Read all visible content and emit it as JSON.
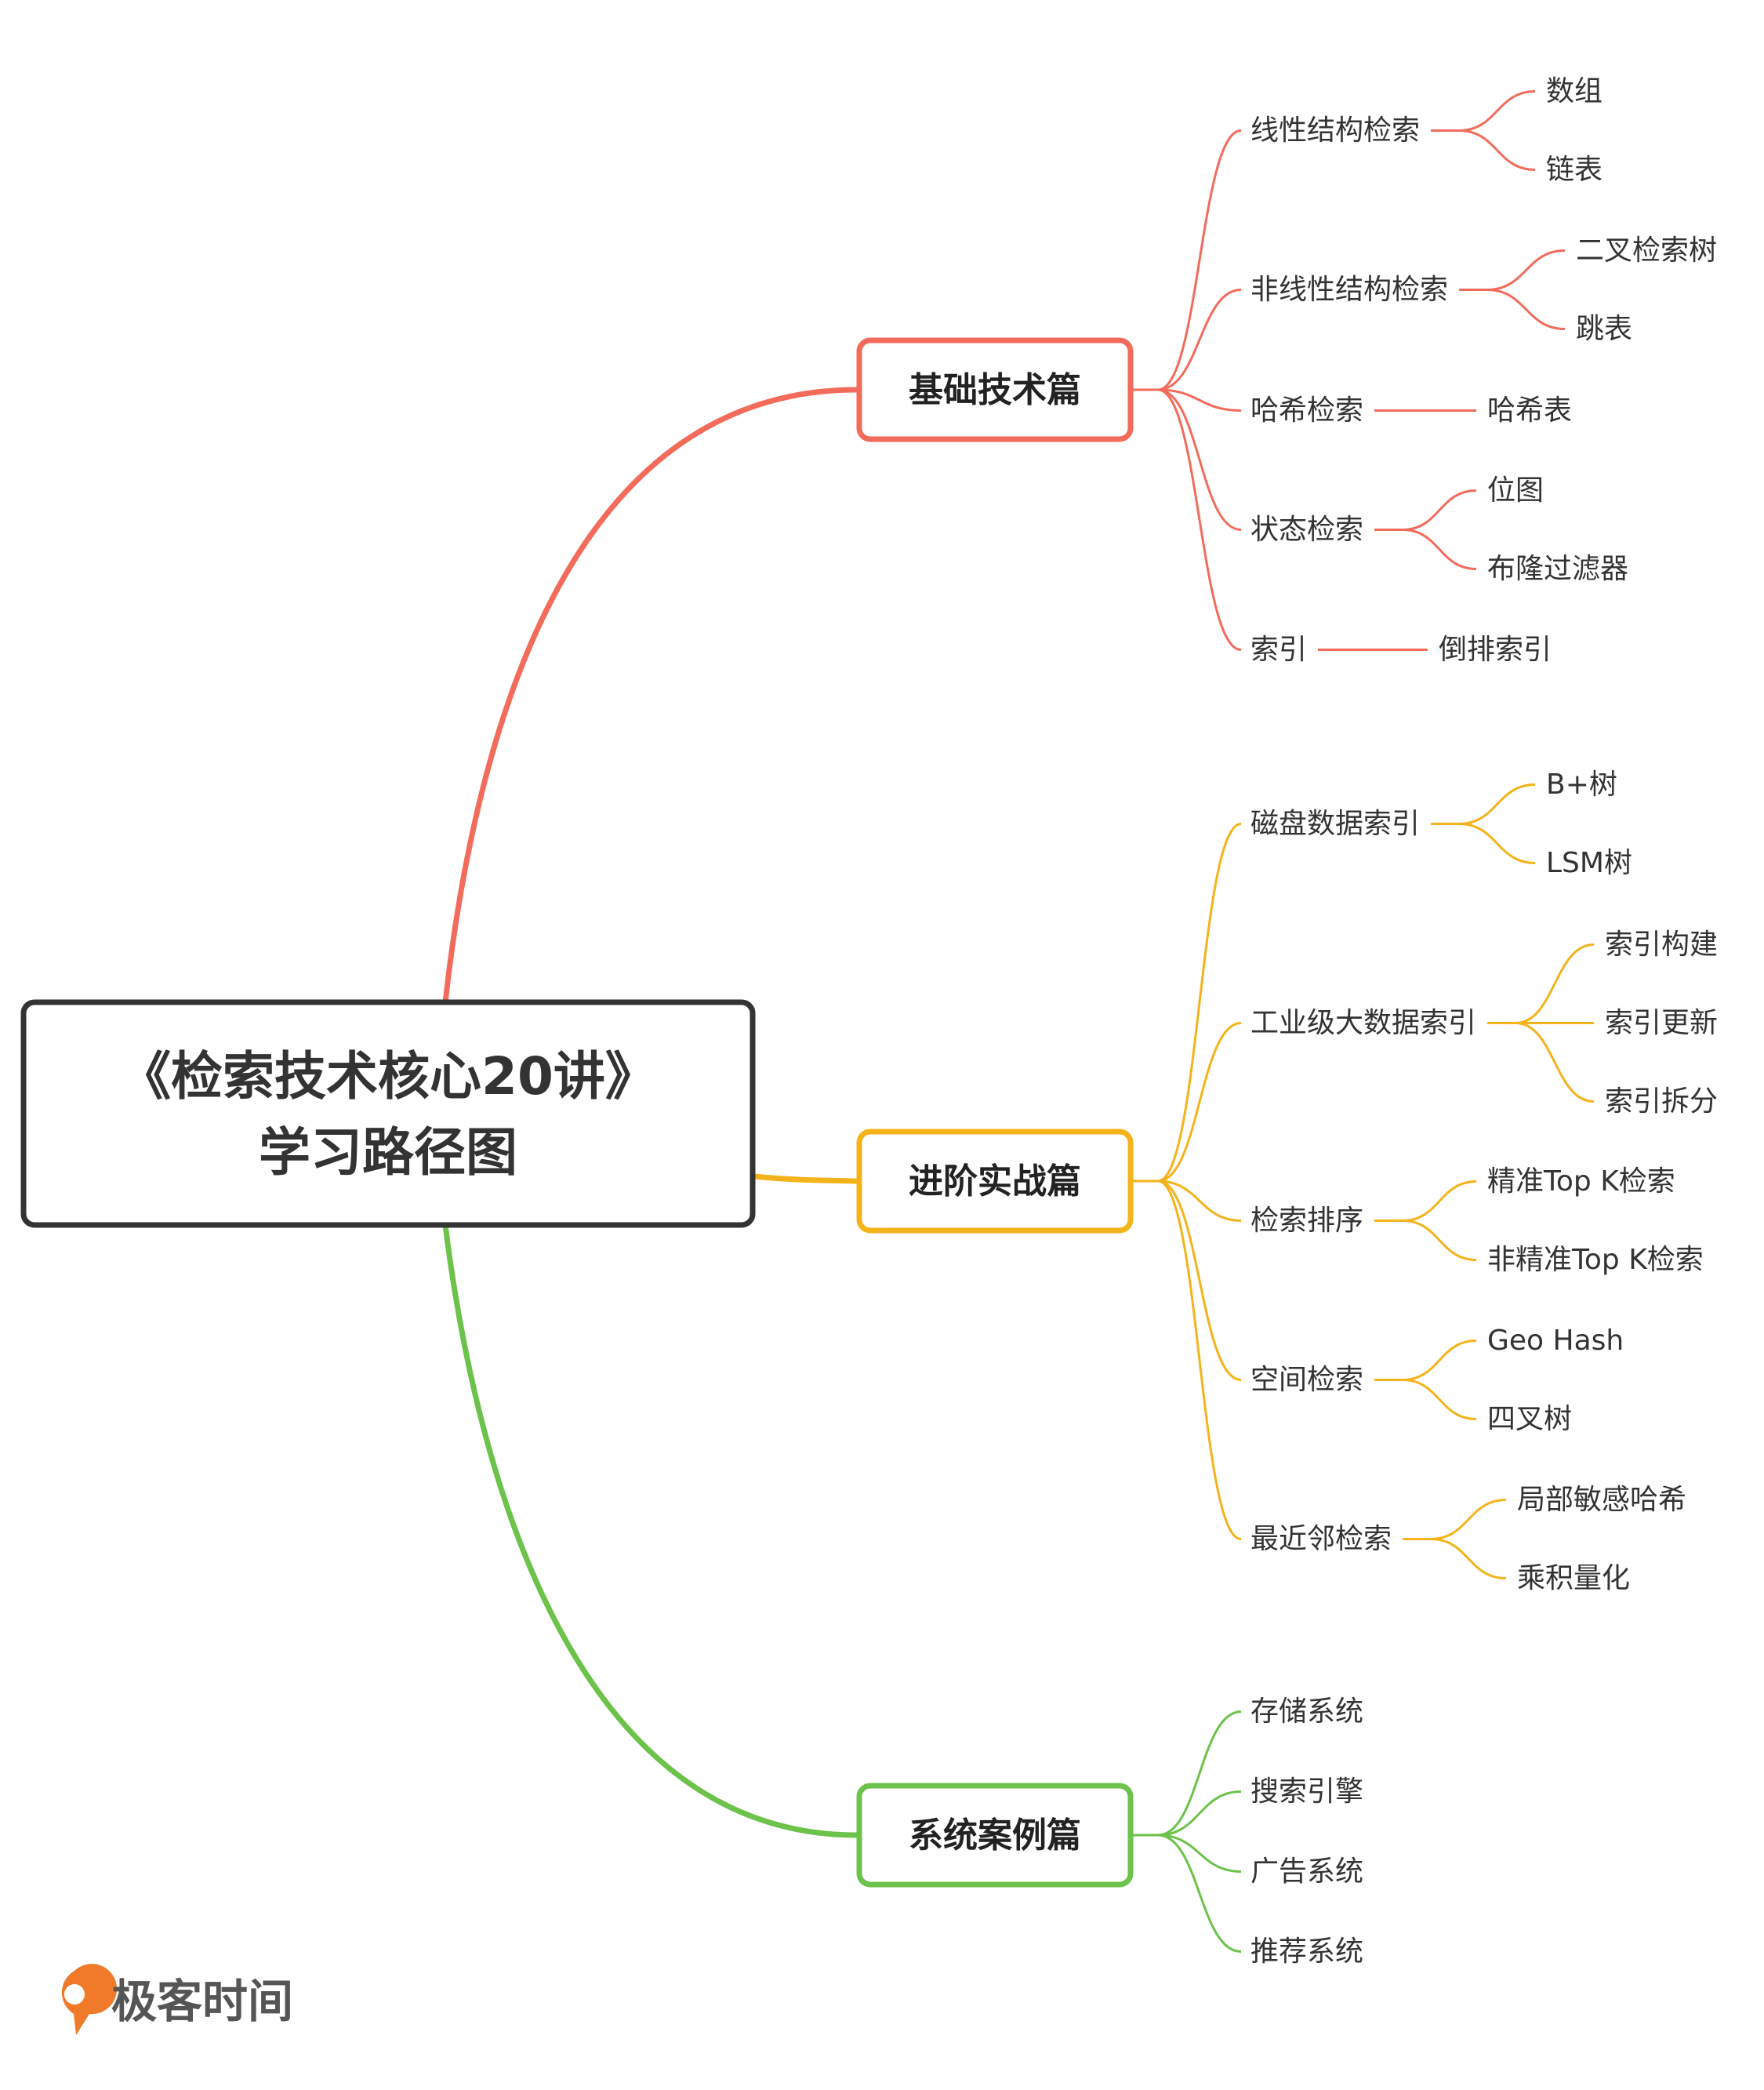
{
  "root": {
    "line1": "《检索技术核心20讲》",
    "line2": "学习路径图"
  },
  "colors": {
    "basic": "#F26B5B",
    "advanced": "#F5B31B",
    "system": "#6CC24A",
    "root_border": "#333333",
    "logo": "#F07A2A"
  },
  "sections": [
    {
      "id": "basic",
      "title": "基础技术篇",
      "items": [
        {
          "label": "线性结构检索",
          "children": [
            "数组",
            "链表"
          ]
        },
        {
          "label": "非线性结构检索",
          "children": [
            "二叉检索树",
            "跳表"
          ]
        },
        {
          "label": "哈希检索",
          "children": [
            "哈希表"
          ]
        },
        {
          "label": "状态检索",
          "children": [
            "位图",
            "布隆过滤器"
          ]
        },
        {
          "label": "索引",
          "children": [
            "倒排索引"
          ]
        }
      ]
    },
    {
      "id": "advanced",
      "title": "进阶实战篇",
      "items": [
        {
          "label": "磁盘数据索引",
          "children": [
            "B+树",
            "LSM树"
          ]
        },
        {
          "label": "工业级大数据索引",
          "children": [
            "索引构建",
            "索引更新",
            "索引拆分"
          ]
        },
        {
          "label": "检索排序",
          "children": [
            "精准Top K检索",
            "非精准Top K检索"
          ]
        },
        {
          "label": "空间检索",
          "children": [
            "Geo Hash",
            "四叉树"
          ]
        },
        {
          "label": "最近邻检索",
          "children": [
            "局部敏感哈希",
            "乘积量化"
          ]
        }
      ]
    },
    {
      "id": "system",
      "title": "系统案例篇",
      "items": [
        {
          "label": "存储系统",
          "children": []
        },
        {
          "label": "搜索引擎",
          "children": []
        },
        {
          "label": "广告系统",
          "children": []
        },
        {
          "label": "推荐系统",
          "children": []
        }
      ]
    }
  ],
  "logo": {
    "text": "极客时间",
    "icon": "geektime-logo-icon"
  }
}
